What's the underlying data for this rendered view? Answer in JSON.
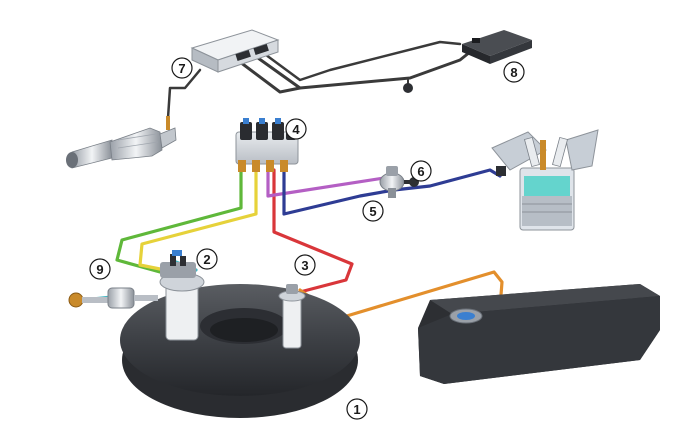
{
  "callouts": [
    {
      "id": "1",
      "label": "1"
    },
    {
      "id": "2",
      "label": "2"
    },
    {
      "id": "3",
      "label": "3"
    },
    {
      "id": "4",
      "label": "4"
    },
    {
      "id": "5",
      "label": "5"
    },
    {
      "id": "6",
      "label": "6"
    },
    {
      "id": "7",
      "label": "7"
    },
    {
      "id": "8",
      "label": "8"
    },
    {
      "id": "9",
      "label": "9"
    }
  ],
  "line_colors": {
    "green": "#5fb83a",
    "yellow": "#e6d23a",
    "red": "#d9363a",
    "purple": "#b45fc4",
    "blue": "#2e3c94",
    "orange": "#e38f2c",
    "wire": "#3a3a3a",
    "cyan": "#45b6c2"
  },
  "components": [
    {
      "name": "toroidal-lpg-tank-icon"
    },
    {
      "name": "tank-valve-assembly-icon"
    },
    {
      "name": "filling-valve-icon"
    },
    {
      "name": "injector-rail-icon"
    },
    {
      "name": "pressure-regulator-icon"
    },
    {
      "name": "vaporizer-icon"
    },
    {
      "name": "ecu-box-icon"
    },
    {
      "name": "gasoline-ecu-icon"
    },
    {
      "name": "fuel-filter-icon"
    },
    {
      "name": "gasoline-tank-icon"
    },
    {
      "name": "catalytic-converter-icon"
    },
    {
      "name": "engine-cylinder-icon"
    }
  ]
}
